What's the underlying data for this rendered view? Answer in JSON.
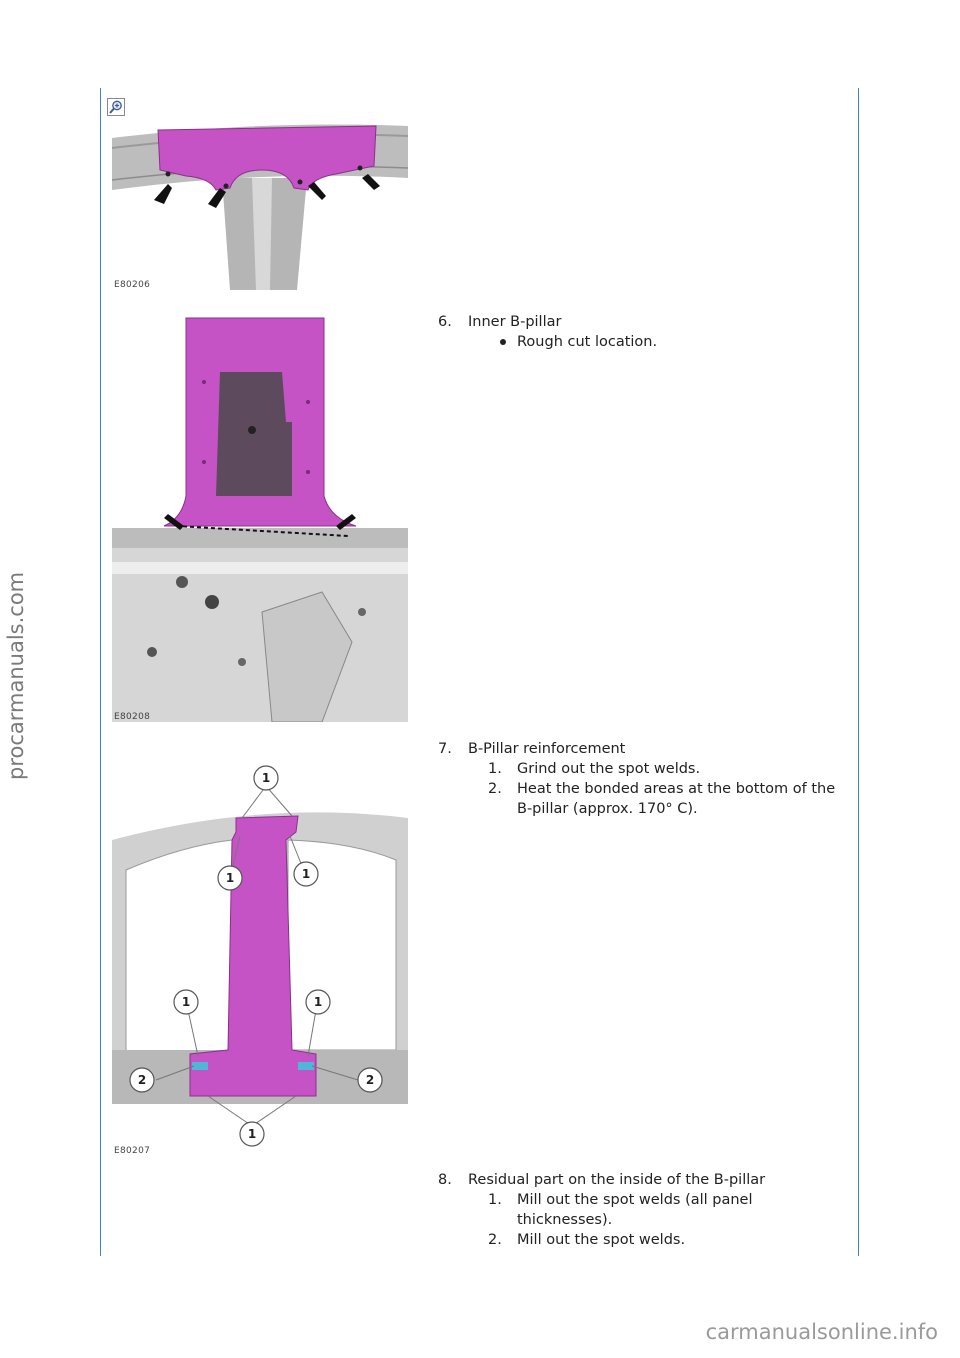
{
  "figures": [
    {
      "code": "E80206"
    },
    {
      "code": "E80208"
    },
    {
      "code": "E80207"
    }
  ],
  "callouts": {
    "one": "1",
    "two": "2"
  },
  "steps": [
    {
      "number": "6.",
      "title": "Inner B-pillar",
      "bullets": [
        "Rough cut location."
      ]
    },
    {
      "number": "7.",
      "title": "B-Pillar reinforcement",
      "items": [
        {
          "number": "1.",
          "text": "Grind out the spot welds."
        },
        {
          "number": "2.",
          "text": "Heat the bonded areas at the bottom of the B-pillar (approx. 170° C)."
        }
      ]
    },
    {
      "number": "8.",
      "title": "Residual part on the inside of the B-pillar",
      "items": [
        {
          "number": "1.",
          "text": "Mill out the spot welds (all panel thicknesses)."
        },
        {
          "number": "2.",
          "text": "Mill out the spot welds."
        }
      ]
    }
  ],
  "watermarks": {
    "side": "procarmanuals.com",
    "bottom": "carmanualsonline.info"
  },
  "colors": {
    "highlight_panel": "#c653c6",
    "adhesive": "#4fb6d8",
    "rule": "#4a7fc1"
  }
}
